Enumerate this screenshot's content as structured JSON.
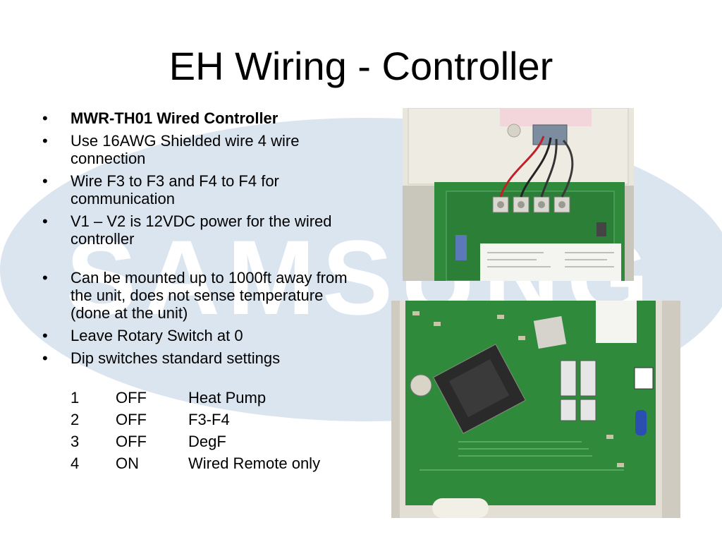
{
  "slide": {
    "title": "EH Wiring - Controller",
    "bullets": [
      "MWR-TH01 Wired Controller",
      "Use 16AWG Shielded wire 4 wire connection",
      "Wire F3 to F3 and F4 to F4 for communication",
      "V1 – V2 is 12VDC power for the wired controller",
      "Can be mounted up to 1000ft away from the unit, does not sense temperature (done at the unit)",
      "Leave Rotary Switch at 0",
      "Dip switches standard settings"
    ],
    "dip_switches": [
      {
        "num": "1",
        "state": "OFF",
        "function": "Heat Pump"
      },
      {
        "num": "2",
        "state": "OFF",
        "function": "F3-F4"
      },
      {
        "num": "3",
        "state": "OFF",
        "function": "DegF"
      },
      {
        "num": "4",
        "state": "ON",
        "function": "Wired Remote only"
      }
    ],
    "watermark_text": "SAMSUNG",
    "colors": {
      "watermark": "#dbe5f0",
      "pcb": "#2f8a3c",
      "housing": "#e6e2d6"
    }
  }
}
